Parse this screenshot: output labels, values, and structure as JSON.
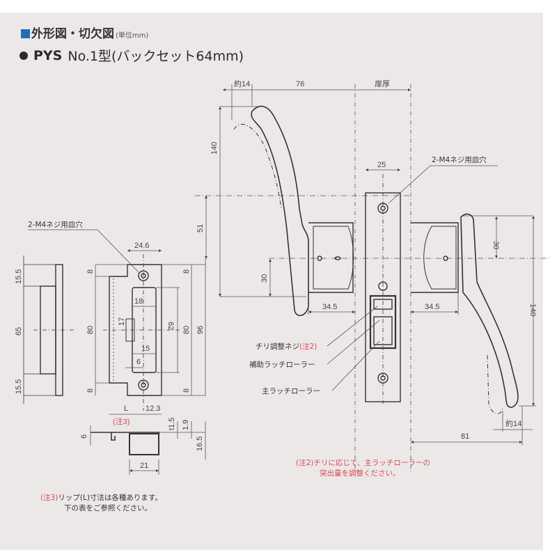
{
  "header": {
    "section_title": "外形図・切欠図",
    "unit": "(単位mm)",
    "model_prefix": "PYS",
    "model_title": "No.1型(バックセット64mm)"
  },
  "labels": {
    "screw_hole_right": "2-M4ネジ用皿穴",
    "screw_hole_left": "2-M4ネジ用皿穴",
    "chiri_screw": "チリ調整ネジ",
    "chiri_note_ref": "(注2)",
    "aux_roller": "補助ラッチローラー",
    "main_roller": "主ラッチローラー",
    "lip_note_ref": "(注3)"
  },
  "dimensions": {
    "top_approx14": "約14",
    "top_76": "76",
    "door_thickness": "扉厚",
    "plate_width_25": "25",
    "left_height_140": "140",
    "dim_51": "51",
    "dim_30_left": "30",
    "dim_30_right": "30",
    "dim_34_5_left": "34.5",
    "dim_34_5_right": "34.5",
    "right_height_140": "140",
    "bottom_approx14": "約14",
    "bottom_81": "81",
    "strike_24_6": "24.6",
    "side_15_5_top": "15.5",
    "side_65": "65",
    "side_15_5_bottom": "15.5",
    "strike_8_tl": "8",
    "strike_80_l": "80",
    "strike_8_bl": "8",
    "strike_8_tr": "8",
    "strike_80_r": "80",
    "strike_96": "96",
    "strike_8_br": "8",
    "strike_62": "62",
    "strike_18": "18",
    "strike_17": "17",
    "strike_15": "15",
    "strike_6": "6",
    "strike_L": "L",
    "strike_12_3": "12.3",
    "section_6": "6",
    "section_t1_5": "t1.5",
    "section_1_9": "1.9",
    "section_16_5": "16.5",
    "section_21": "21"
  },
  "notes": {
    "note3_ref": "(注3)",
    "note3_line1": "リップ(L)寸法は各種あります。",
    "note3_line2": "下の表をご参照ください。",
    "note2_line1": "(注2)チリに応じて、主ラッチローラーの",
    "note2_line2": "突出量を調整ください。"
  },
  "colors": {
    "background": "#ece8e7",
    "accent_square": "#1f6fb5",
    "note_red": "#d9485a",
    "line": "#3a3a3a"
  }
}
